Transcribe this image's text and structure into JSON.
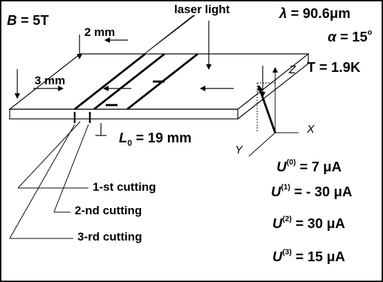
{
  "field": {
    "symbol": "B",
    "value": " = 5T"
  },
  "laser": "laser light",
  "dims": {
    "top": "2 mm",
    "left": "3 mm"
  },
  "length": {
    "symbol": "L",
    "sub": "0",
    "value": " = 19 mm"
  },
  "params": {
    "lambda": {
      "symbol": "λ",
      "value": " = 90.6μm"
    },
    "alpha": {
      "symbol": "α",
      "value": " = 15",
      "sup": "o"
    },
    "temp": "T = 1.9K"
  },
  "axes": {
    "x": "X",
    "y": "Y",
    "z": "Z"
  },
  "cuttings": [
    "1-st cutting",
    "2-nd cutting",
    "3-rd cutting"
  ],
  "voltages": [
    {
      "symbol": "U",
      "sup": "(0)",
      "value": " = 7 μA"
    },
    {
      "symbol": "U",
      "sup": "(1)",
      "value": " = - 30 μA"
    },
    {
      "symbol": "U",
      "sup": "(2)",
      "value": " = 30 μA"
    },
    {
      "symbol": "U",
      "sup": "(3)",
      "value": " = 15 μA"
    }
  ]
}
